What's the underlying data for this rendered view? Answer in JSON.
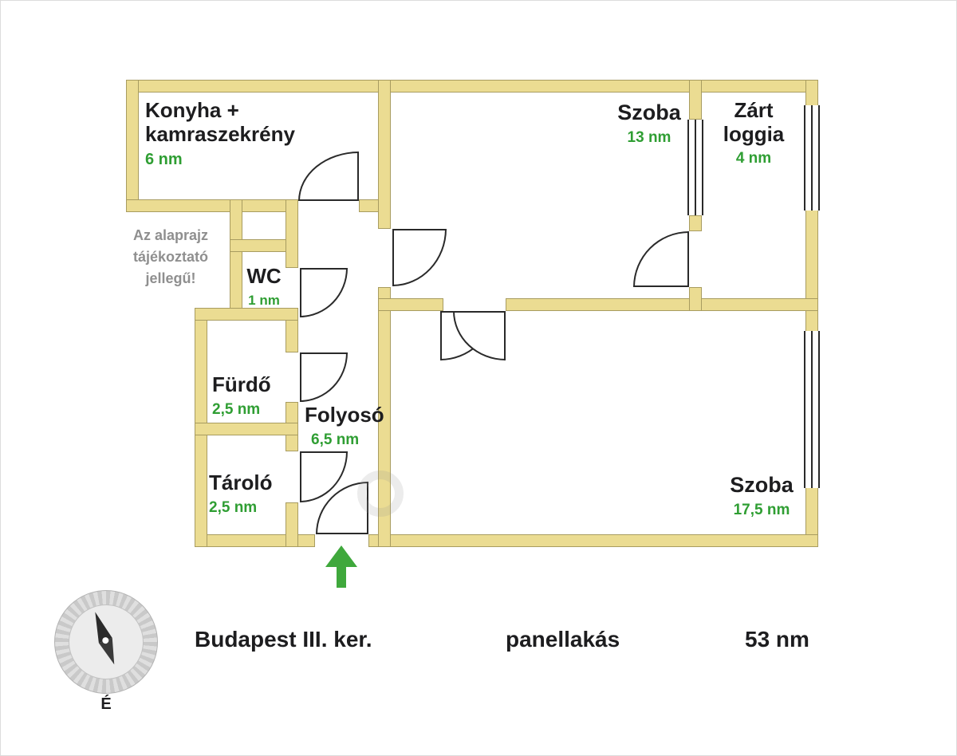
{
  "colors": {
    "wall_fill": "#ebdc92",
    "wall_border": "#a89c60",
    "line": "#2a2a2a",
    "area_green": "#2f9e33",
    "arrow_green": "#3fa83c",
    "text_dark": "#1d1d1f",
    "disclaimer_gray": "#8f8f8f"
  },
  "icons": {
    "compass": "compass-icon",
    "entrance_arrow": "up-arrow-icon",
    "watermark": "watermark-logo-icon"
  },
  "plan": {
    "disclaimer": "Az alaprajz tájékoztató jellegű!",
    "compass_north_label": "É",
    "rooms": {
      "kitchen": {
        "name": "Konyha + kamraszekrény",
        "area": "6 nm"
      },
      "wc": {
        "name": "WC",
        "area": "1 nm"
      },
      "bathroom": {
        "name": "Fürdő",
        "area": "2,5 nm"
      },
      "storage": {
        "name": "Tároló",
        "area": "2,5 nm"
      },
      "hallway": {
        "name": "Folyosó",
        "area": "6,5 nm"
      },
      "room_13": {
        "name": "Szoba",
        "area": "13 nm"
      },
      "loggia": {
        "name": "Zárt loggia",
        "area": "4 nm"
      },
      "room_17": {
        "name": "Szoba",
        "area": "17,5 nm"
      }
    }
  },
  "footer": {
    "location": "Budapest III. ker.",
    "property_type": "panellakás",
    "total_area": "53 nm"
  }
}
